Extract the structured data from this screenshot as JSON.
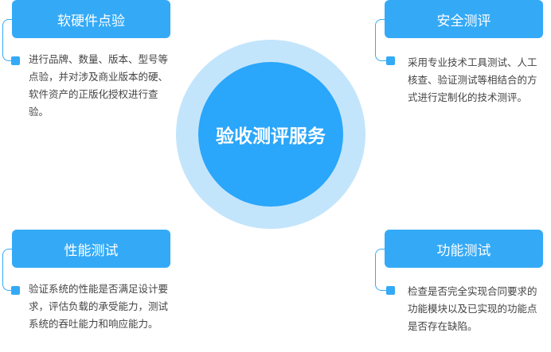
{
  "center": {
    "title": "验收测评服务"
  },
  "blocks": {
    "top_left": {
      "title": "软硬件点验",
      "description": "进行品牌、数量、版本、型号等点验，并对涉及商业版本的硬、软件资产的正版化授权进行查验。"
    },
    "top_right": {
      "title": "安全测评",
      "description": "采用专业技术工具测试、人工核查、验证测试等相结合的方式进行定制化的技术测评。"
    },
    "bottom_left": {
      "title": "性能测试",
      "description": "验证系统的性能是否满足设计要求，评估负载的承受能力，测试系统的吞吐能力和响应能力。"
    },
    "bottom_right": {
      "title": "功能测试",
      "description": "检查是否完全实现合同要求的功能模块以及已实现的功能点是否存在缺陷。"
    }
  },
  "colors": {
    "accent": "#34aaf7",
    "core": "#2aa6fa",
    "ring": "#c3e5fc",
    "text": "#444444"
  }
}
